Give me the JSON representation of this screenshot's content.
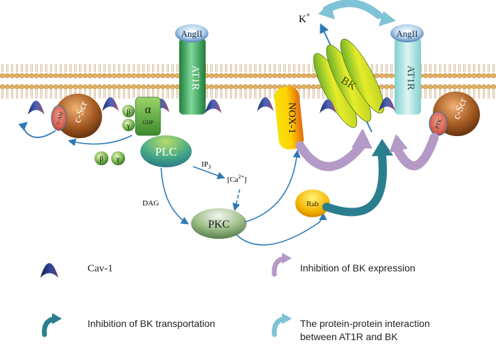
{
  "labels": {
    "k_plus": "K",
    "k_plus_sup": "+",
    "angii_left": "AngII",
    "angii_right": "AngII",
    "at1r_left": "AT1R",
    "at1r_right": "AT1R",
    "bk": "BK",
    "nox1": "NOX-1",
    "c_scr_left": "c-Scr",
    "c_abl": "c-Abl",
    "c_scr_right": "c-Scr",
    "ptk": "PTK",
    "g_beta": "β",
    "g_gamma": "γ",
    "g_alpha": "α",
    "gdp": "GDP",
    "free_beta": "β",
    "free_gamma": "γ",
    "plc": "PLC",
    "ip3": "IP",
    "ip3_sub": "3",
    "ca": "[Ca",
    "ca_sup": "2+",
    "ca_end": "]",
    "dag": "DAG",
    "pkc": "PKC",
    "rab": "Rab"
  },
  "legend": {
    "cav1": "Cav-1",
    "inhibition_expression": "Inhibition of BK expression",
    "inhibition_transport": "Inhibition of BK transportation",
    "ppi_line1": "The protein-protein interaction",
    "ppi_line2": "between AT1R and BK"
  },
  "colors": {
    "arrow_blue": "#2e79b5",
    "inhibit_purple": "#b49ac7",
    "transport_teal": "#2a7f8f",
    "ppi_lightblue": "#7fc3d6",
    "at1r_green": "#3fae5c",
    "bk_yellow": "#d8e020",
    "cscr_brown": "#8a4a1c",
    "plc_teal": "#2e9a88",
    "pkc_green": "#6c8f58",
    "rab_yellow": "#f2b400",
    "cav1_navy": "#2b3d80"
  }
}
